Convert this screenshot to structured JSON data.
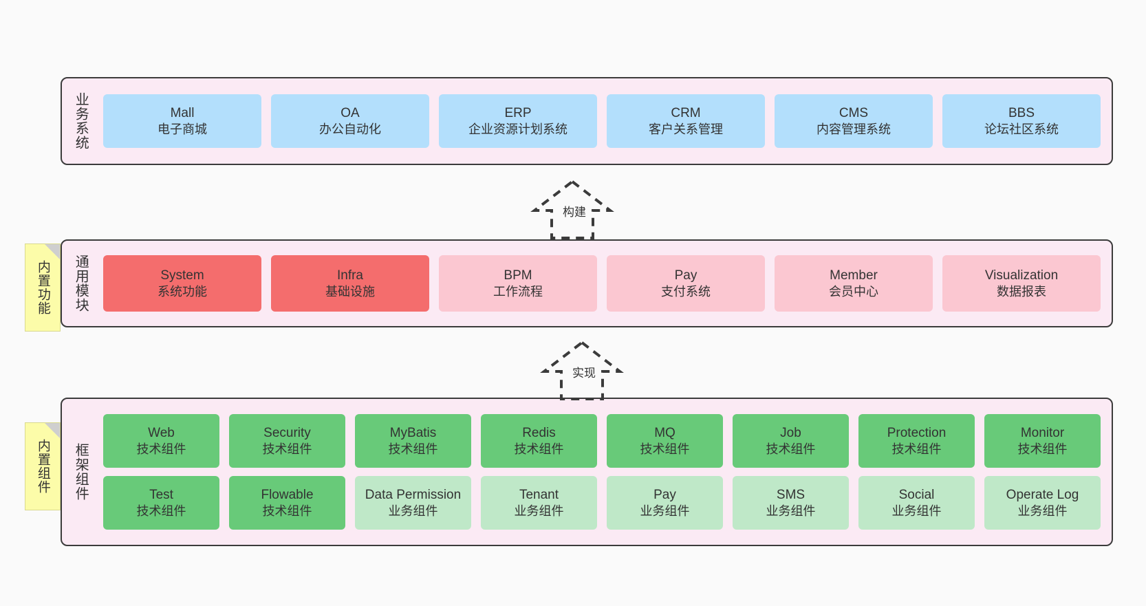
{
  "diagram": {
    "background_color": "#fafafa",
    "band_fill": "#fbeaf4",
    "band_border": "#3b3b3b"
  },
  "layers": [
    {
      "id": "business-system",
      "title": "业务系统",
      "box_color": "#b3dffc",
      "items": [
        {
          "en": "Mall",
          "cn": "电子商城",
          "color": "#b3dffc"
        },
        {
          "en": "OA",
          "cn": "办公自动化",
          "color": "#b3dffc"
        },
        {
          "en": "ERP",
          "cn": "企业资源计划系统",
          "color": "#b3dffc"
        },
        {
          "en": "CRM",
          "cn": "客户关系管理",
          "color": "#b3dffc"
        },
        {
          "en": "CMS",
          "cn": "内容管理系统",
          "color": "#b3dffc"
        },
        {
          "en": "BBS",
          "cn": "论坛社区系统",
          "color": "#b3dffc"
        }
      ]
    },
    {
      "id": "common-module",
      "title": "通用模块",
      "note": "内置功能",
      "items": [
        {
          "en": "System",
          "cn": "系统功能",
          "color": "#f46d6d"
        },
        {
          "en": "Infra",
          "cn": "基础设施",
          "color": "#f46d6d"
        },
        {
          "en": "BPM",
          "cn": "工作流程",
          "color": "#fbc7d1"
        },
        {
          "en": "Pay",
          "cn": "支付系统",
          "color": "#fbc7d1"
        },
        {
          "en": "Member",
          "cn": "会员中心",
          "color": "#fbc7d1"
        },
        {
          "en": "Visualization",
          "cn": "数据报表",
          "color": "#fbc7d1"
        }
      ]
    },
    {
      "id": "framework-component",
      "title": "框架组件",
      "note": "内置组件",
      "row1": [
        {
          "en": "Web",
          "cn": "技术组件",
          "color": "#68ca79"
        },
        {
          "en": "Security",
          "cn": "技术组件",
          "color": "#68ca79"
        },
        {
          "en": "MyBatis",
          "cn": "技术组件",
          "color": "#68ca79"
        },
        {
          "en": "Redis",
          "cn": "技术组件",
          "color": "#68ca79"
        },
        {
          "en": "MQ",
          "cn": "技术组件",
          "color": "#68ca79"
        },
        {
          "en": "Job",
          "cn": "技术组件",
          "color": "#68ca79"
        },
        {
          "en": "Protection",
          "cn": "技术组件",
          "color": "#68ca79"
        },
        {
          "en": "Monitor",
          "cn": "技术组件",
          "color": "#68ca79"
        }
      ],
      "row2": [
        {
          "en": "Test",
          "cn": "技术组件",
          "color": "#68ca79"
        },
        {
          "en": "Flowable",
          "cn": "技术组件",
          "color": "#68ca79"
        },
        {
          "en": "Data Permission",
          "cn": "业务组件",
          "color": "#bfe8c8"
        },
        {
          "en": "Tenant",
          "cn": "业务组件",
          "color": "#bfe8c8"
        },
        {
          "en": "Pay",
          "cn": "业务组件",
          "color": "#bfe8c8"
        },
        {
          "en": "SMS",
          "cn": "业务组件",
          "color": "#bfe8c8"
        },
        {
          "en": "Social",
          "cn": "业务组件",
          "color": "#bfe8c8"
        },
        {
          "en": "Operate Log",
          "cn": "业务组件",
          "color": "#bfe8c8"
        }
      ]
    }
  ],
  "connectors": [
    {
      "id": "build",
      "label": "构建",
      "style": "dashed-generalization-up"
    },
    {
      "id": "implement",
      "label": "实现",
      "style": "dashed-generalization-up"
    }
  ]
}
